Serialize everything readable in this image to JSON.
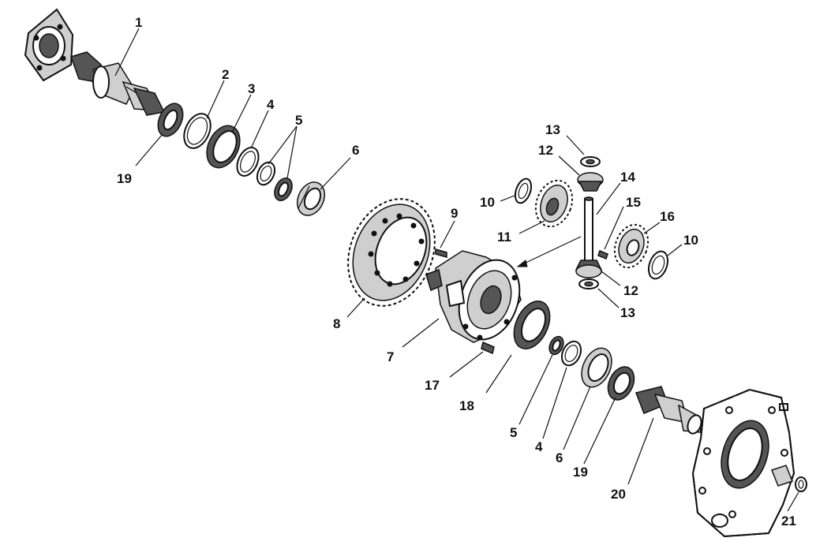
{
  "callouts": {
    "c1": "1",
    "c2": "2",
    "c3": "3",
    "c4a": "4",
    "c4b": "4",
    "c5a": "5",
    "c5b": "5",
    "c6a": "6",
    "c6b": "6",
    "c7": "7",
    "c8": "8",
    "c9": "9",
    "c10a": "10",
    "c10b": "10",
    "c11": "11",
    "c12a": "12",
    "c12b": "12",
    "c13a": "13",
    "c13b": "13",
    "c14": "14",
    "c15": "15",
    "c16": "16",
    "c17": "17",
    "c18": "18",
    "c19a": "19",
    "c19b": "19",
    "c20": "20",
    "c21": "21"
  }
}
